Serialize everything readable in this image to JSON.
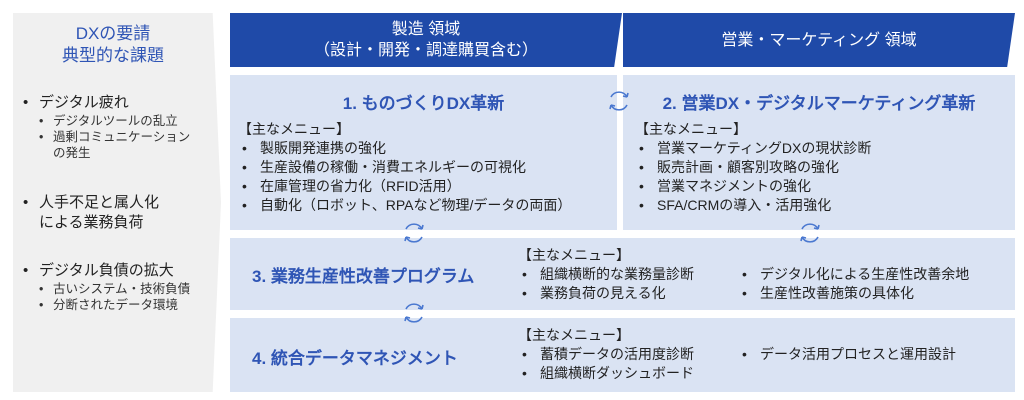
{
  "left": {
    "title_line1": "DXの要請",
    "title_line2": "典型的な課題",
    "issues": [
      {
        "line1": "デジタル疲れ",
        "subs": [
          "デジタルツールの乱立",
          "過剰コミュニケーション",
          "の発生"
        ]
      },
      {
        "line1": "人手不足と属人化",
        "line2": "による業務負荷"
      },
      {
        "line1": "デジタル負債の拡大",
        "subs": [
          "古いシステム・技術負債",
          "分断されたデータ環境"
        ]
      }
    ]
  },
  "headers": {
    "manufacturing_line1": "製造 領域",
    "manufacturing_line2": "（設計・開発・調達購買含む）",
    "sales": "営業・マーケティング 領域"
  },
  "menu_label": "【主なメニュー】",
  "programs": [
    {
      "title": "1. ものづくりDX革新",
      "items": [
        "製販開発連携の強化",
        "生産設備の稼働・消費エネルギーの可視化",
        "在庫管理の省力化（RFID活用）",
        "自動化（ロボット、RPAなど物理/データの両面）"
      ]
    },
    {
      "title": "2. 営業DX・デジタルマーケティング革新",
      "items": [
        "営業マーケティングDXの現状診断",
        "販売計画・顧客別攻略の強化",
        "営業マネジメントの強化",
        "SFA/CRMの導入・活用強化"
      ]
    },
    {
      "title": "3. 業務生産性改善プログラム",
      "items": [
        "組織横断的な業務量診断",
        "業務負荷の見える化",
        "デジタル化による生産性改善余地",
        "生産性改善施策の具体化"
      ]
    },
    {
      "title": "4. 統合データマネジメント",
      "items": [
        "蓄積データの活用度診断",
        "組織横断ダッシュボード",
        "データ活用プロセスと運用設計"
      ]
    }
  ]
}
